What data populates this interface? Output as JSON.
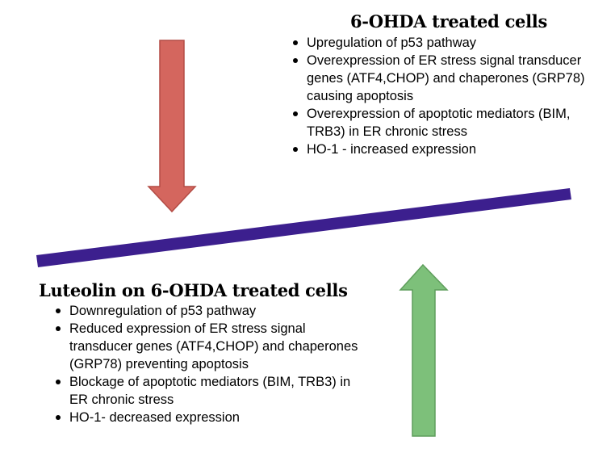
{
  "top_panel": {
    "title": "6-OHDA treated cells",
    "items": [
      "Upregulation  of p53 pathway",
      "Overexpression of ER stress signal transducer genes (ATF4,CHOP) and chaperones (GRP78)  causing apoptosis",
      "Overexpression of apoptotic mediators (BIM, TRB3) in ER chronic stress",
      "HO-1 - increased expression"
    ]
  },
  "bottom_panel": {
    "title": "Luteolin on 6-OHDA treated cells",
    "items": [
      "Downregulation of p53 pathway",
      "Reduced expression of ER stress signal transducer genes (ATF4,CHOP) and chaperones (GRP78) preventing apoptosis",
      "Blockage of apoptotic mediators (BIM, TRB3) in ER chronic stress",
      "HO-1- decreased expression"
    ]
  },
  "colors": {
    "down_arrow": "#d4665e",
    "down_arrow_edge": "#b34c45",
    "up_arrow": "#7dc07a",
    "up_arrow_edge": "#5f9e5c",
    "balance_bar": "#3c1f8e",
    "text": "#000000"
  },
  "icons": {
    "down_arrow": "down-arrow-icon",
    "up_arrow": "up-arrow-icon"
  }
}
